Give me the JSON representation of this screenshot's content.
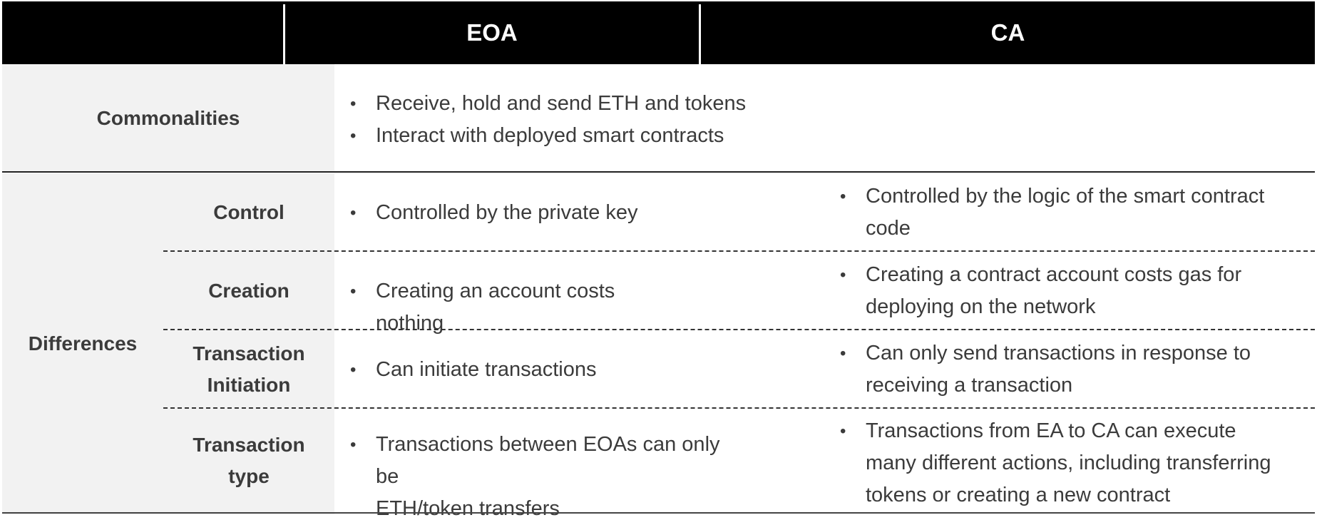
{
  "header": {
    "col_eoa": "EOA",
    "col_ca": "CA"
  },
  "commonalities": {
    "label": "Commonalities",
    "items": [
      "Receive, hold and send ETH and tokens",
      "Interact with deployed smart contracts"
    ]
  },
  "differences": {
    "label": "Differences",
    "rows": [
      {
        "label_lines": [
          "Control"
        ],
        "eoa": [
          "Controlled by the private key"
        ],
        "ca": [
          "Controlled by the logic of the smart contract",
          "code"
        ]
      },
      {
        "label_lines": [
          "Creation"
        ],
        "eoa": [
          "Creating an account costs nothing"
        ],
        "ca": [
          "Creating a contract account costs gas for",
          "deploying on the network"
        ]
      },
      {
        "label_lines": [
          "Transaction",
          "Initiation"
        ],
        "eoa": [
          "Can initiate transactions"
        ],
        "ca": [
          "Can only send transactions in response to",
          "receiving a transaction"
        ]
      },
      {
        "label_lines": [
          "Transaction",
          "type"
        ],
        "eoa": [
          "Transactions between EOAs can only be",
          "ETH/token transfers"
        ],
        "ca": [
          "Transactions from EA to CA can execute",
          "many different actions, including transferring",
          "tokens or creating a new contract"
        ]
      }
    ]
  },
  "bullet_glyph": "•"
}
